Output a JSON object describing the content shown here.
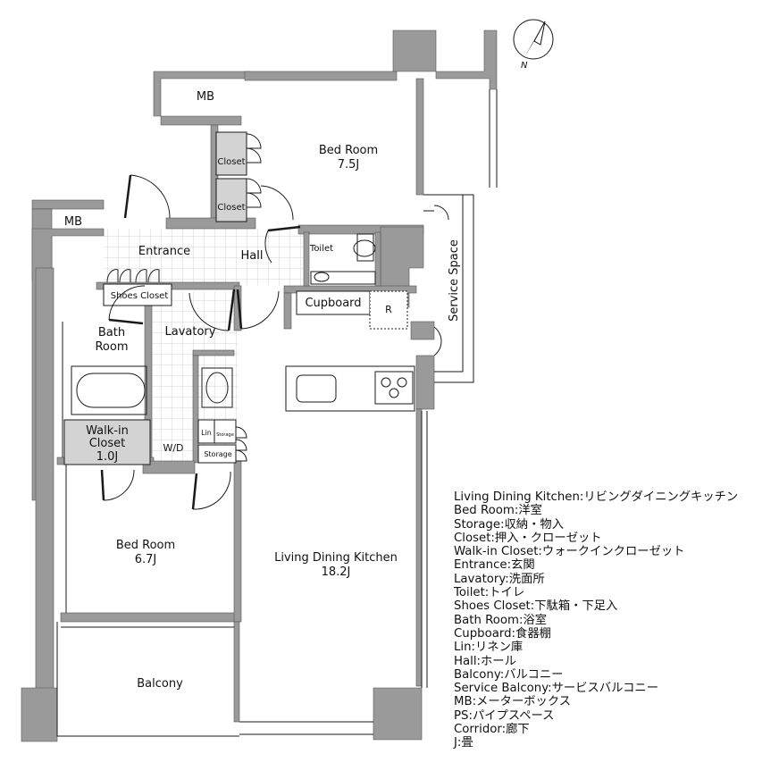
{
  "compass": {
    "label": "N"
  },
  "rooms": {
    "bed_room_1": {
      "name": "Bed Room",
      "size": "7.5J"
    },
    "bed_room_2": {
      "name": "Bed Room",
      "size": "6.7J"
    },
    "ldk": {
      "name": "Living Dining Kitchen",
      "size": "18.2J"
    },
    "walkin": {
      "line1": "Walk-in",
      "line2": "Closet",
      "size": "1.0J"
    },
    "mb_top": "MB",
    "mb_left": "MB",
    "closet_upper": "Closet",
    "closet_lower": "Closet",
    "entrance": "Entrance",
    "hall": "Hall",
    "toilet": "Toilet",
    "shoes_closet": "Shoes Closet",
    "cupboard": "Cupboard",
    "refrigerator": "R",
    "service_space": "Service Space",
    "bath_line1": "Bath",
    "bath_line2": "Room",
    "lavatory": "Lavatory",
    "wd": "W/D",
    "lin": "Lin",
    "storage_small": "Storage",
    "storage": "Storage",
    "balcony": "Balcony"
  },
  "legend": [
    "Living Dining Kitchen:リビングダイニングキッチン",
    "Bed Room:洋室",
    "Storage:収納・物入",
    "Closet:押入・クローゼット",
    "Walk-in Closet:ウォークインクローゼット",
    "Entrance:玄関",
    "Lavatory:洗面所",
    "Toilet:トイレ",
    "Shoes Closet:下駄箱・下足入",
    "Bath Room:浴室",
    "Cupboard:食器棚",
    "Lin:リネン庫",
    "Hall:ホール",
    "Balcony:バルコニー",
    "Service Balcony:サービスバルコニー",
    "MB:メーターボックス",
    "PS:パイプスペース",
    "Corridor:廊下",
    "J:畳"
  ],
  "colors": {
    "wall": "#9a9a9a",
    "closet_fill": "#d3d3d3",
    "line": "#1a1a1a",
    "tile": "#c8c8c8"
  }
}
